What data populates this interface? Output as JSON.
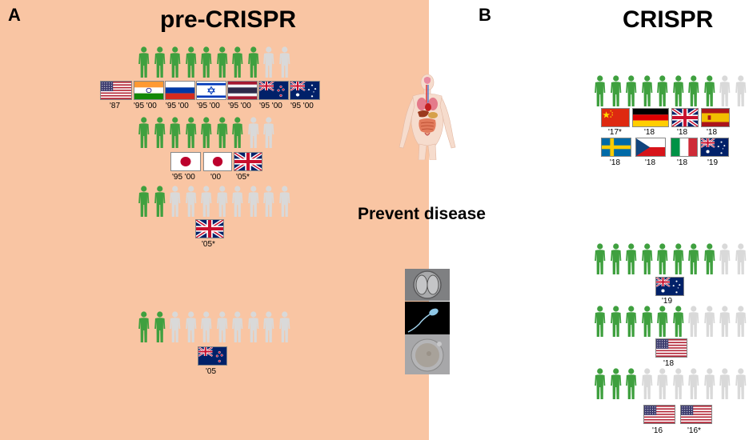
{
  "labels": {
    "panel_a": "A",
    "panel_b": "B",
    "pre_crispr": "pre-CRISPR",
    "crispr": "CRISPR",
    "prevent": "Prevent disease"
  },
  "colors": {
    "panel_bg": "#f9c5a3",
    "green": "#3fa03f",
    "grey": "#d9d9d9"
  },
  "rows": [
    {
      "panel": "A",
      "green": 8,
      "total": 10
    },
    {
      "panel": "A",
      "green": 7,
      "total": 9
    },
    {
      "panel": "A",
      "green": 2,
      "total": 10
    },
    {
      "panel": "A",
      "green": 2,
      "total": 10
    },
    {
      "panel": "B",
      "green": 8,
      "total": 10
    },
    {
      "panel": "B",
      "green": 8,
      "total": 10
    },
    {
      "panel": "B",
      "green": 6,
      "total": 10
    },
    {
      "panel": "B",
      "green": 3,
      "total": 10
    }
  ],
  "flags": [
    {
      "country": "usa",
      "year": "'87"
    },
    {
      "country": "india",
      "year": "'95 '00"
    },
    {
      "country": "russia",
      "year": "'95 '00"
    },
    {
      "country": "israel",
      "year": "'95 '00"
    },
    {
      "country": "thailand",
      "year": "'95 '00"
    },
    {
      "country": "new-zealand",
      "year": "'95 '00"
    },
    {
      "country": "australia",
      "year": "'95 '00"
    },
    {
      "country": "japan",
      "year": "'95 '00"
    },
    {
      "country": "japan",
      "year": "'00"
    },
    {
      "country": "uk",
      "year": "'05*"
    },
    {
      "country": "uk",
      "year": "'05*"
    },
    {
      "country": "new-zealand",
      "year": "'05"
    },
    {
      "country": "china",
      "year": "'17*"
    },
    {
      "country": "germany",
      "year": "'18"
    },
    {
      "country": "uk",
      "year": "'18"
    },
    {
      "country": "spain",
      "year": "'18"
    },
    {
      "country": "sweden",
      "year": "'18"
    },
    {
      "country": "czech",
      "year": "'18"
    },
    {
      "country": "italy",
      "year": "'18"
    },
    {
      "country": "australia",
      "year": "'19"
    },
    {
      "country": "australia",
      "year": "'19"
    },
    {
      "country": "usa",
      "year": "'18"
    },
    {
      "country": "usa",
      "year": "'16"
    },
    {
      "country": "usa",
      "year": "'16*"
    }
  ],
  "icons": {
    "body": "human-body-organs-icon",
    "photos": [
      "embryo-photo",
      "sperm-photo",
      "egg-photo"
    ]
  }
}
